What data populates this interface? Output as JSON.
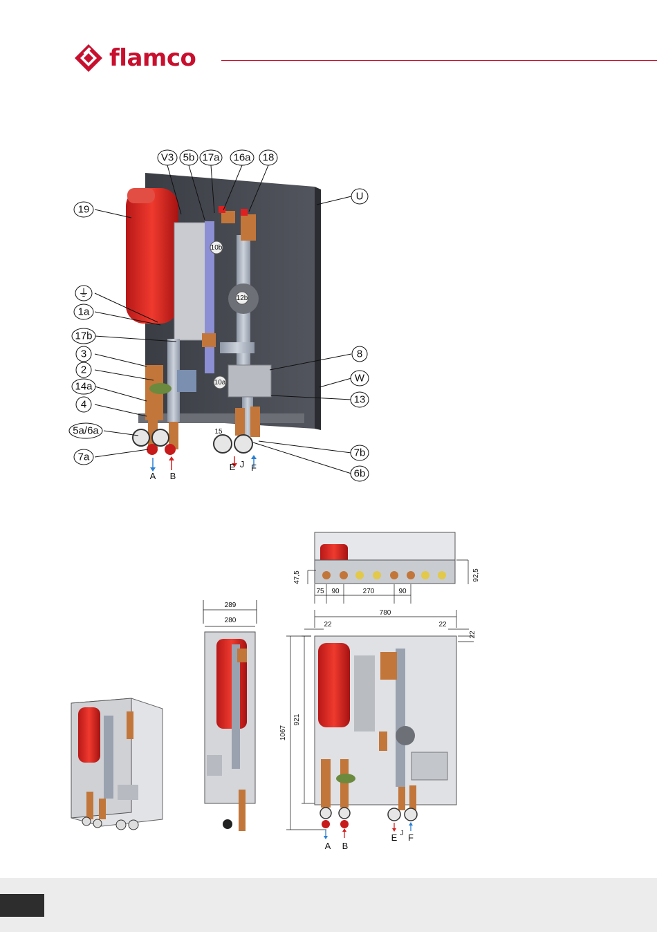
{
  "brand": {
    "name": "flamco",
    "accent": "#c8102e"
  },
  "main_figure": {
    "callouts_left": [
      "19",
      "⏚",
      "1a",
      "17b",
      "3",
      "2",
      "14a",
      "4",
      "5a/6a",
      "7a"
    ],
    "callouts_top": [
      "V3",
      "5b",
      "17a",
      "16a",
      "18"
    ],
    "callouts_right": [
      "U",
      "8",
      "W",
      "13",
      "7b",
      "6b"
    ],
    "inline_labels": [
      "10b",
      "12b",
      "10a",
      "15"
    ],
    "connections": [
      "A",
      "B",
      "E",
      "J",
      "F"
    ],
    "connection_colors": {
      "A": "#2a7fd4",
      "B": "#d62020",
      "E": "#d62020",
      "F": "#2a7fd4"
    }
  },
  "dimension_drawings": {
    "side_view": {
      "width_outer": "289",
      "width_inner": "280"
    },
    "front_view": {
      "width_total": "780",
      "margin_left": "22",
      "margin_right": "22",
      "margin_top": "22",
      "height_total": "1067",
      "height_cabinet": "921",
      "connections": [
        "A",
        "B",
        "E",
        "J",
        "F"
      ]
    },
    "bottom_view": {
      "depth_left": "47,5",
      "depth_right": "92,5",
      "spacings": [
        "75",
        "90",
        "270",
        "90"
      ]
    }
  }
}
